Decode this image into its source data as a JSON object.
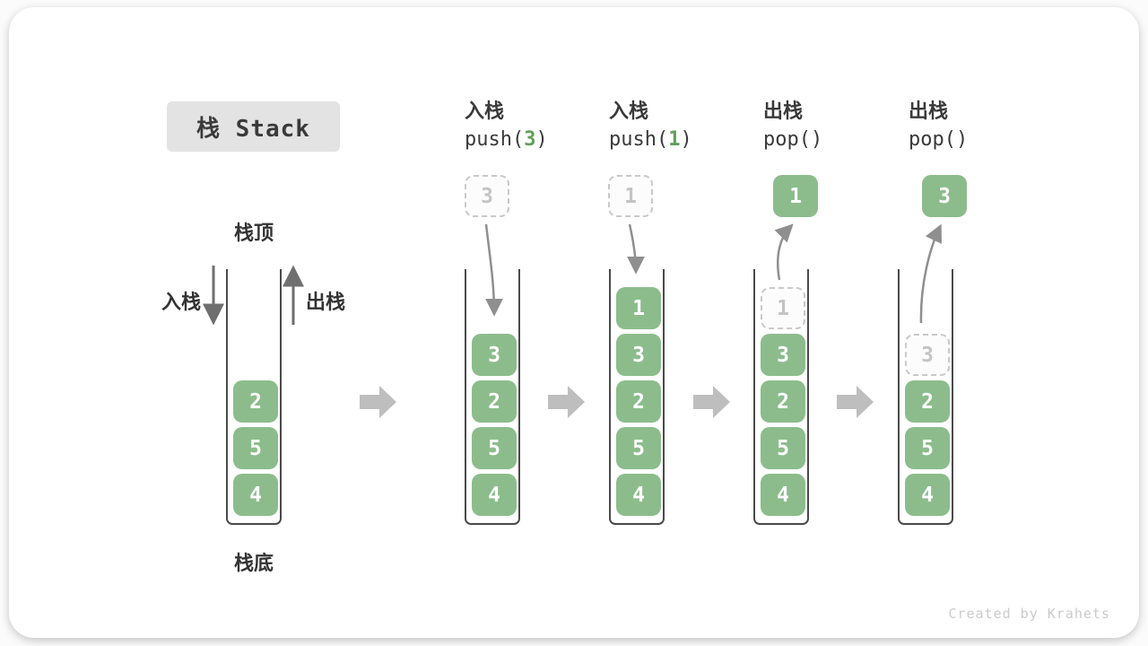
{
  "title": {
    "label": "栈 Stack"
  },
  "legend": {
    "top": "栈顶",
    "bottom": "栈底",
    "push": "入栈",
    "pop": "出栈"
  },
  "watermark": "Created by Krahets",
  "colors": {
    "cell_green": "#8cbc8c",
    "code_arg_green": "#5fa05a",
    "text_dark": "#3a3a3a",
    "curved_arrow_gray": "#8f8f8f",
    "inout_arrow_gray": "#6f6f6f",
    "step_arrow_gray": "#bebebe",
    "dashed_border_gray": "#c9c9c9",
    "title_box_bg": "#e3e3e3"
  },
  "columns": [
    {
      "operation": null,
      "above": null,
      "cells": [
        {
          "value": "2",
          "style": "solid"
        },
        {
          "value": "5",
          "style": "solid"
        },
        {
          "value": "4",
          "style": "solid"
        }
      ]
    },
    {
      "operation": {
        "line1": "入栈",
        "code_pre": "push(",
        "code_arg": "3",
        "code_post": ")"
      },
      "above": {
        "value": "3",
        "style": "dashed"
      },
      "cells": [
        {
          "value": "3",
          "style": "solid"
        },
        {
          "value": "2",
          "style": "solid"
        },
        {
          "value": "5",
          "style": "solid"
        },
        {
          "value": "4",
          "style": "solid"
        }
      ]
    },
    {
      "operation": {
        "line1": "入栈",
        "code_pre": "push(",
        "code_arg": "1",
        "code_post": ")"
      },
      "above": {
        "value": "1",
        "style": "dashed"
      },
      "cells": [
        {
          "value": "1",
          "style": "solid"
        },
        {
          "value": "3",
          "style": "solid"
        },
        {
          "value": "2",
          "style": "solid"
        },
        {
          "value": "5",
          "style": "solid"
        },
        {
          "value": "4",
          "style": "solid"
        }
      ]
    },
    {
      "operation": {
        "line1": "出栈",
        "code_pre": "pop(",
        "code_arg": "",
        "code_post": ")"
      },
      "above": {
        "value": "1",
        "style": "solid"
      },
      "cells": [
        {
          "value": "1",
          "style": "dashed"
        },
        {
          "value": "3",
          "style": "solid"
        },
        {
          "value": "2",
          "style": "solid"
        },
        {
          "value": "5",
          "style": "solid"
        },
        {
          "value": "4",
          "style": "solid"
        }
      ]
    },
    {
      "operation": {
        "line1": "出栈",
        "code_pre": "pop(",
        "code_arg": "",
        "code_post": ")"
      },
      "above": {
        "value": "3",
        "style": "solid"
      },
      "cells": [
        {
          "value": "3",
          "style": "dashed"
        },
        {
          "value": "2",
          "style": "solid"
        },
        {
          "value": "5",
          "style": "solid"
        },
        {
          "value": "4",
          "style": "solid"
        }
      ]
    }
  ]
}
